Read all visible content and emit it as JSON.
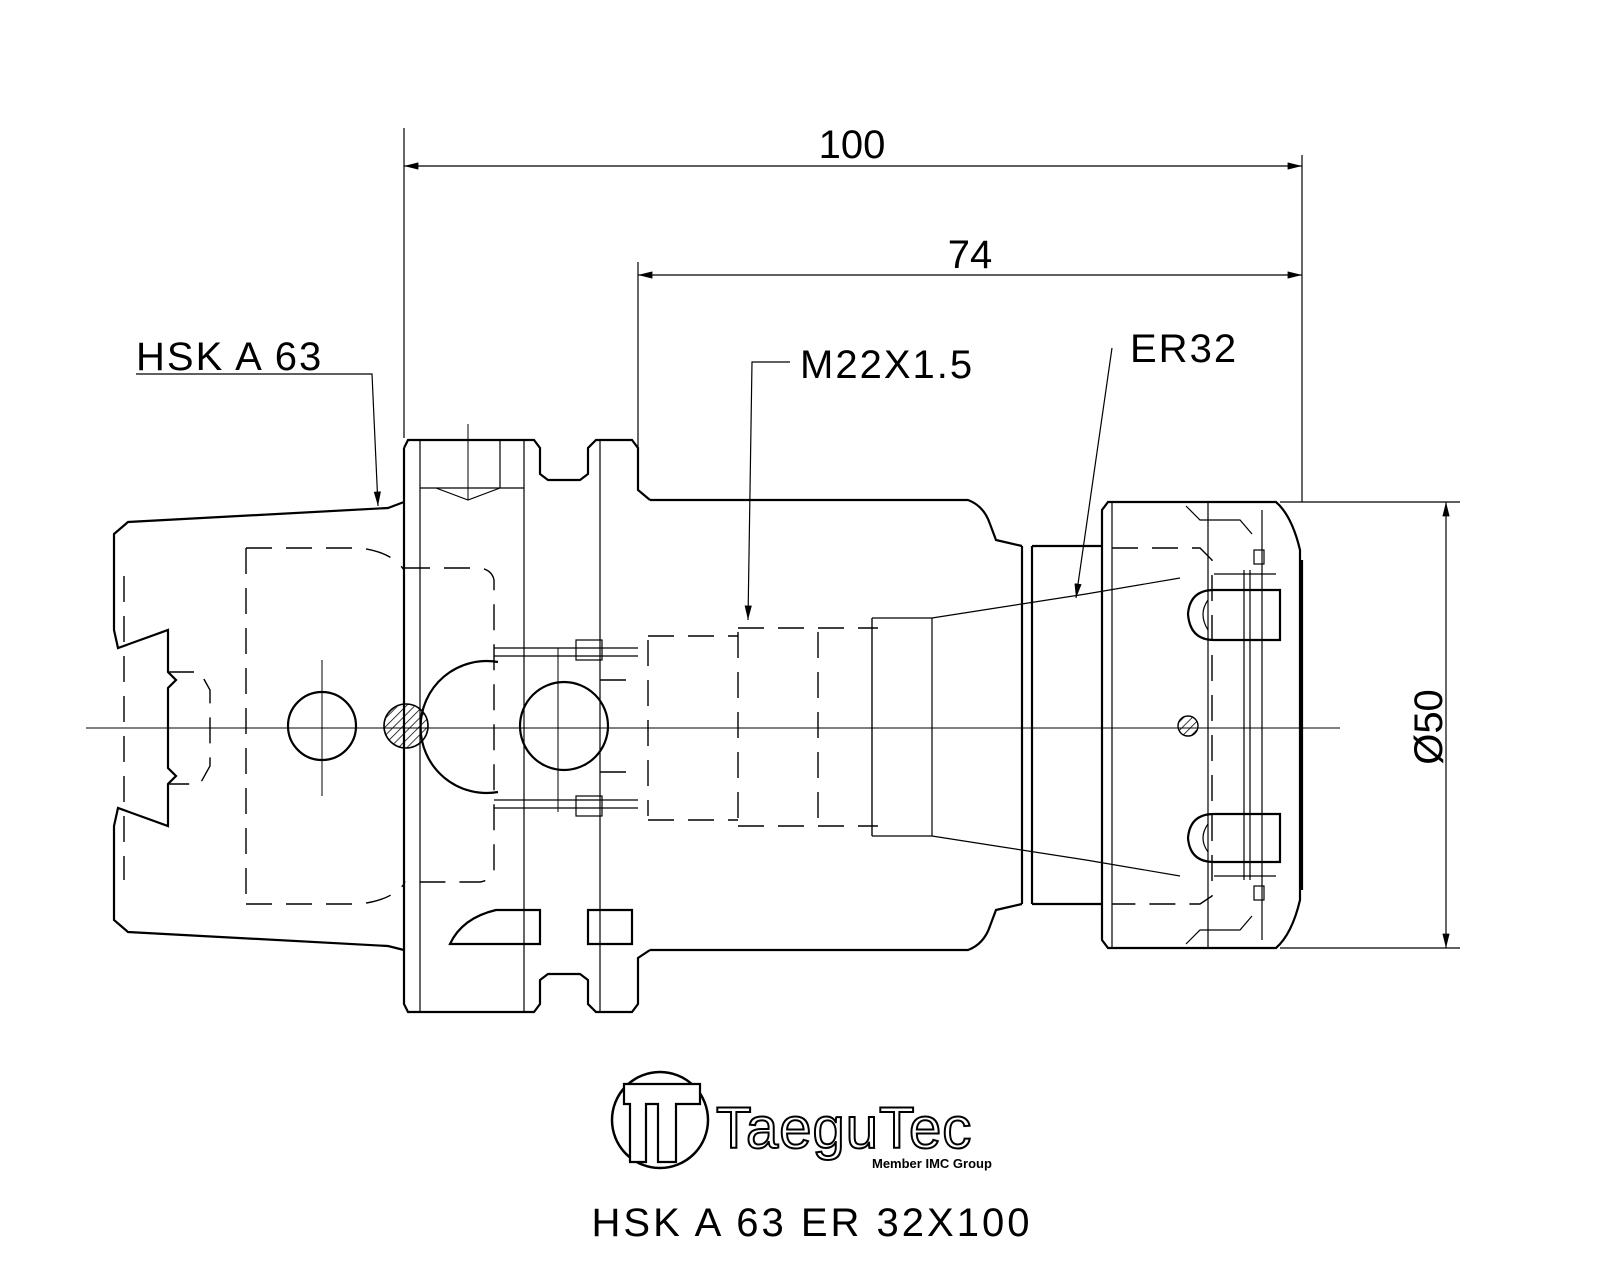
{
  "dimensions": {
    "overall_length": "100",
    "gauge_length": "74",
    "diameter": "Ø50"
  },
  "callouts": {
    "taper": "HSK  A  63",
    "thread": "M22X1.5",
    "collet": "ER32"
  },
  "logo": {
    "brand": "TaeguTec",
    "tagline": "Member IMC Group"
  },
  "title": "HSK  A  63  ER  32X100"
}
